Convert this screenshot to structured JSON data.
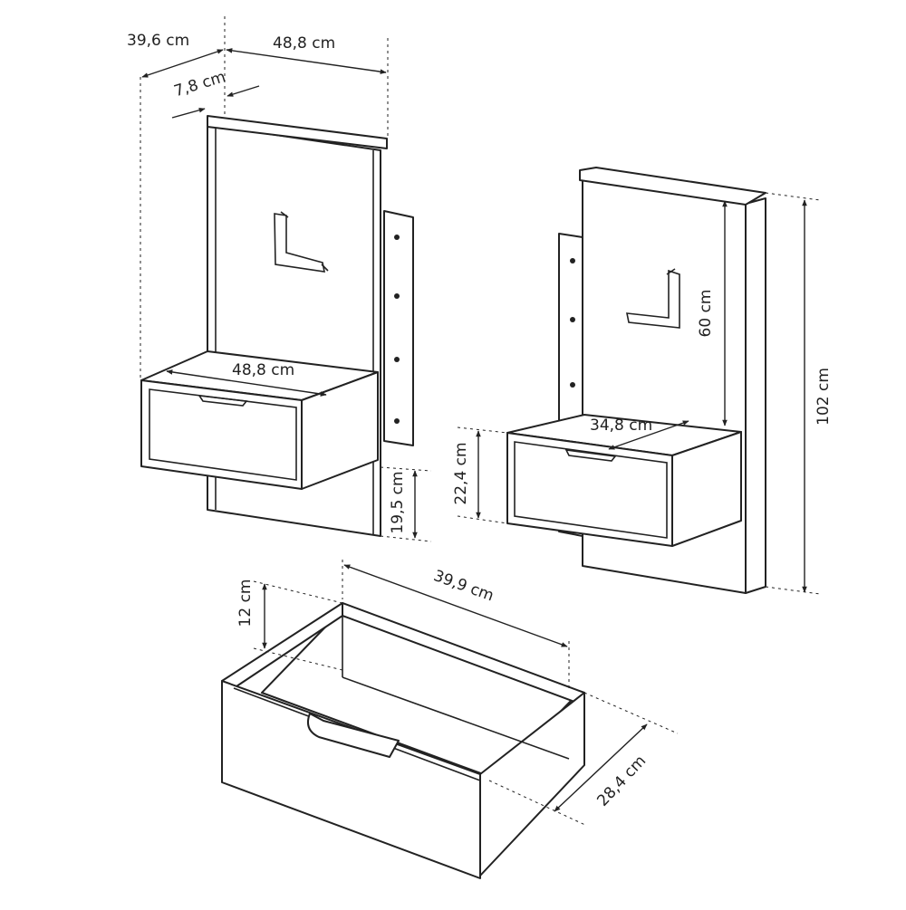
{
  "dimensions": {
    "depth_overall": "39,6 cm",
    "top_width": "48,8 cm",
    "top_thickness": "7,8 cm",
    "shelf_width": "48,8 cm",
    "below_clearance": "19,5 cm",
    "backboard_height": "60 cm",
    "shelf_depth": "34,8 cm",
    "box_height": "22,4 cm",
    "total_height": "102 cm",
    "drawer_depth": "39,9 cm",
    "drawer_height": "12 cm",
    "drawer_width": "28,4 cm"
  },
  "colors": {
    "line": "#222222",
    "background": "#ffffff"
  }
}
